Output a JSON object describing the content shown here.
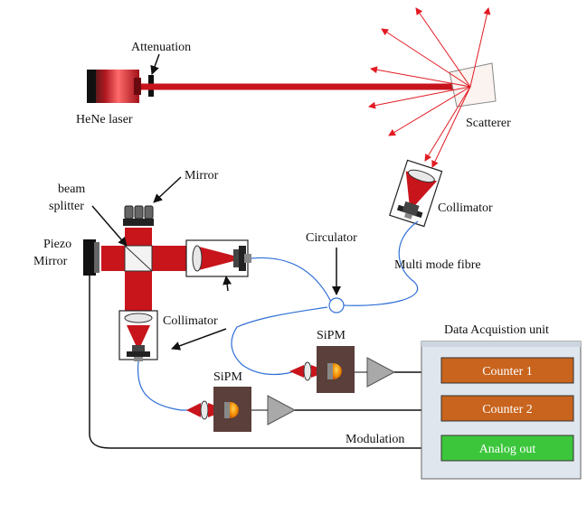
{
  "labels": {
    "attenuation": "Attenuation",
    "laser": "HeNe laser",
    "scatterer": "Scatterer",
    "mirror": "Mirror",
    "beam": "beam",
    "splitter": "splitter",
    "piezo": "Piezo",
    "piezo_mirror": "Mirror",
    "collimator_top": "Collimator",
    "collimator_left": "Collimator",
    "circulator": "Circulator",
    "fibre": "Multi mode fibre",
    "sipm_a": "SiPM",
    "sipm_b": "SiPM",
    "modulation": "Modulation"
  },
  "daq": {
    "title": "Data Acquistion unit",
    "counter1": "Counter 1",
    "counter2": "Counter 2",
    "analog_out": "Analog out"
  },
  "colors": {
    "beam": "#c8141b",
    "counter": "#c8641e",
    "analog": "#3cc63c",
    "daq_panel": "#dfe6ee",
    "sipm_box": "#5a3f3a",
    "fibre": "#2f6fd6",
    "amplifier": "#a9a9a9"
  }
}
